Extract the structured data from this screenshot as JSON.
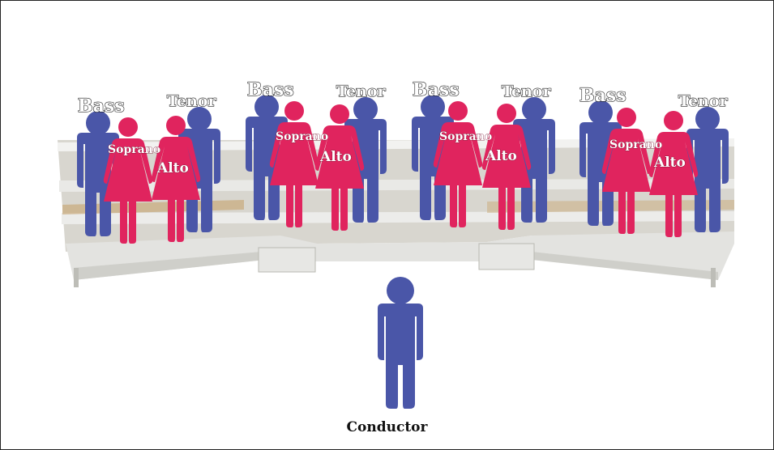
{
  "labels": {
    "bass": "Bass",
    "tenor": "Tenor",
    "soprano": "Soprano",
    "alto": "Alto",
    "conductor": "Conductor"
  },
  "colors": {
    "male": "#4a56a8",
    "female": "#e0245e",
    "riser_top": "#e6e6e6",
    "riser_face": "#c9c9c4",
    "riser_frame": "#f4f4f2"
  },
  "sections_count": 4
}
